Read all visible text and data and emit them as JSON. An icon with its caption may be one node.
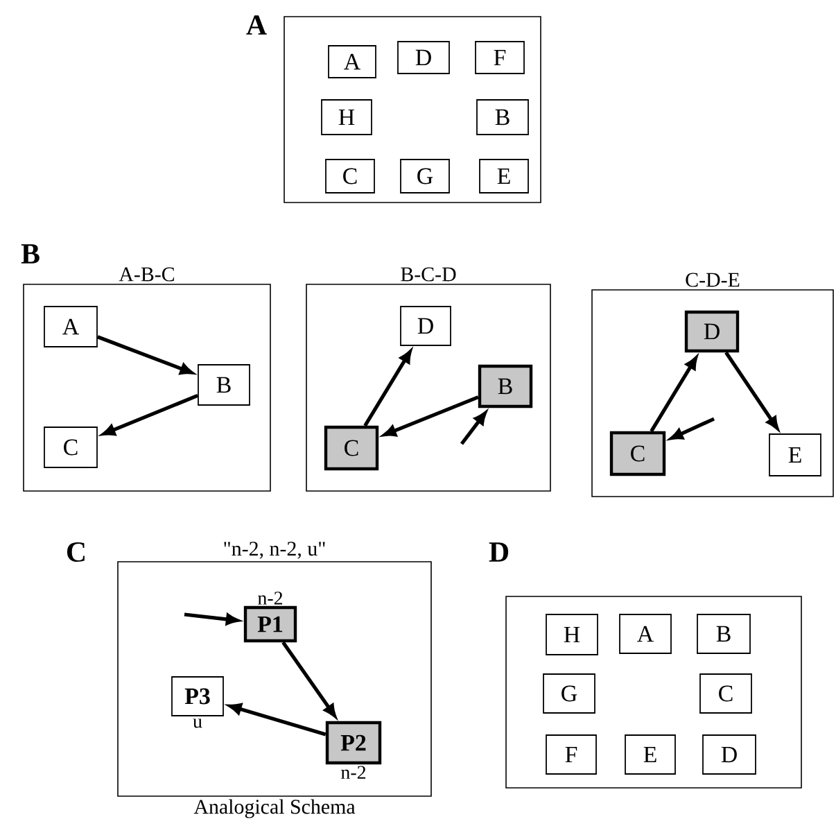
{
  "diagram": {
    "nodes": [
      {
        "text": [],
        "shape": "box"
      },
      {
        "text": [
          "A"
        ],
        "in": 0
      },
      {
        "text": [
          "D"
        ],
        "in": 0
      },
      {
        "text": [
          "F"
        ],
        "in": 0
      },
      {
        "text": [
          "H"
        ],
        "in": 0
      },
      {
        "text": [
          "B"
        ],
        "in": 0
      },
      {
        "text": [
          "C"
        ],
        "in": 0
      },
      {
        "text": [
          "G"
        ],
        "in": 0
      },
      {
        "text": [
          "E"
        ],
        "in": 0
      },
      {
        "text": [
          "A-B-C"
        ]
      },
      {
        "text": [
          "A"
        ],
        "in": 9
      },
      {
        "text": [
          "B"
        ],
        "in": 9
      },
      {
        "text": [
          "C"
        ],
        "in": 9
      },
      {
        "text": [
          "B-C-D"
        ]
      },
      {
        "text": [
          "D"
        ],
        "in": 13
      },
      {
        "text": [
          "B"
        ],
        "in": 13
      },
      {
        "text": [
          "C"
        ],
        "in": 13
      },
      {
        "text": [
          "C-D-E"
        ]
      },
      {
        "text": [
          "D"
        ],
        "in": 17
      },
      {
        "text": [
          "C"
        ],
        "in": 17
      },
      {
        "text": [
          "E"
        ],
        "in": 17
      },
      {
        "text": [
          "\"n-2, n-2, u\""
        ],
        "beside": [
          "Analogical Schema"
        ]
      },
      {
        "text": [
          "P1"
        ],
        "in": 21,
        "beside": [
          "n-2"
        ]
      },
      {
        "text": [
          "P3"
        ],
        "in": 21,
        "beside": [
          "u"
        ]
      },
      {
        "text": [
          "P2"
        ],
        "in": 21,
        "beside": [
          "n-2"
        ]
      },
      {
        "text": [],
        "shape": "box"
      },
      {
        "text": [
          "H"
        ],
        "in": 25
      },
      {
        "text": [
          "A"
        ],
        "in": 25
      },
      {
        "text": [
          "B"
        ],
        "in": 25
      },
      {
        "text": [
          "G"
        ],
        "in": 25
      },
      {
        "text": [
          "C"
        ],
        "in": 25
      },
      {
        "text": [
          "F"
        ],
        "in": 25
      },
      {
        "text": [
          "E"
        ],
        "in": 25
      },
      {
        "text": [
          "D"
        ],
        "in": 25
      }
    ],
    "edges": [
      {
        "from": 10,
        "to": 11,
        "arrow": "to"
      },
      {
        "from": 11,
        "to": 12,
        "arrow": "to"
      },
      {
        "from": 16,
        "to": 14,
        "arrow": "to"
      },
      {
        "from": 15,
        "to": 16,
        "arrow": "to"
      },
      {
        "from": null,
        "to": 15,
        "arrow": "to"
      },
      {
        "from": 19,
        "to": 18,
        "arrow": "to"
      },
      {
        "from": 18,
        "to": 20,
        "arrow": "to"
      },
      {
        "from": null,
        "to": 19,
        "arrow": "to"
      },
      {
        "from": null,
        "to": 22,
        "arrow": "to"
      },
      {
        "from": 22,
        "to": 24,
        "arrow": "to"
      },
      {
        "from": 24,
        "to": 23,
        "arrow": "to"
      }
    ],
    "labels": [
      "A",
      "B",
      "C",
      "D"
    ]
  }
}
